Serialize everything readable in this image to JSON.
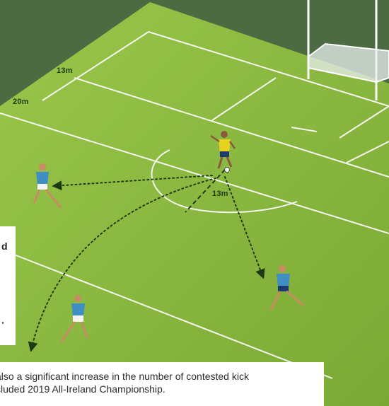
{
  "figure": {
    "distance_labels": {
      "left_13m": "13m",
      "left_20m": "20m",
      "centre_13m": "13m"
    },
    "side_text": {
      "line1": "d",
      "line2": "·"
    },
    "caption": {
      "line1": "also a significant increase in the number of contested kick",
      "line2": "cluded 2019 All-Ireland Championship."
    },
    "colors": {
      "pitch_light": "#8fbd3f",
      "pitch_mid": "#7faf37",
      "outfield_dark": "#4f6f42",
      "kicker_jersey": "#e8d21f",
      "receiver_jersey": "#3f8fc4",
      "line": "#ffffff",
      "arrow": "#1f3a12"
    }
  }
}
